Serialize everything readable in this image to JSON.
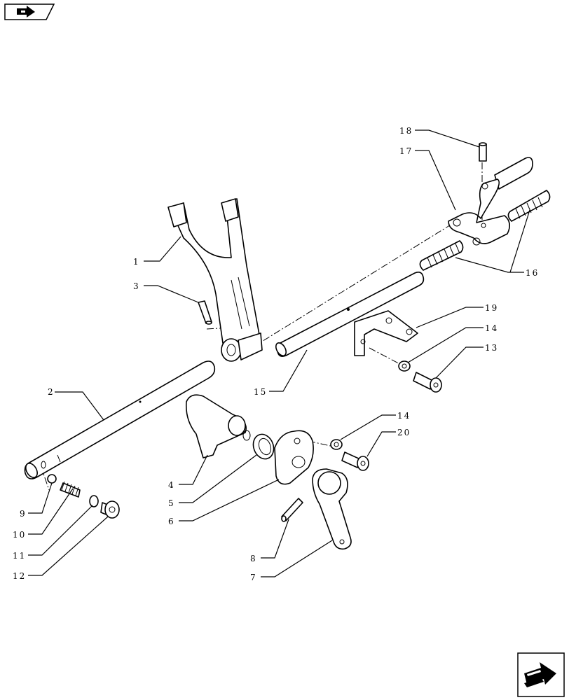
{
  "navigation": {
    "back_icon": "back-arrow-icon",
    "next_icon": "next-arrow-icon"
  },
  "callouts": [
    {
      "id": "c1",
      "label": "1"
    },
    {
      "id": "c2",
      "label": "2"
    },
    {
      "id": "c3",
      "label": "3"
    },
    {
      "id": "c4",
      "label": "4"
    },
    {
      "id": "c5",
      "label": "5"
    },
    {
      "id": "c6",
      "label": "6"
    },
    {
      "id": "c7",
      "label": "7"
    },
    {
      "id": "c8",
      "label": "8"
    },
    {
      "id": "c9",
      "label": "9"
    },
    {
      "id": "c10",
      "label": "10"
    },
    {
      "id": "c11",
      "label": "11"
    },
    {
      "id": "c12",
      "label": "12"
    },
    {
      "id": "c13",
      "label": "13"
    },
    {
      "id": "c14a",
      "label": "14"
    },
    {
      "id": "c14b",
      "label": "14"
    },
    {
      "id": "c15",
      "label": "15"
    },
    {
      "id": "c16",
      "label": "16"
    },
    {
      "id": "c17",
      "label": "17"
    },
    {
      "id": "c18",
      "label": "18"
    },
    {
      "id": "c19",
      "label": "19"
    },
    {
      "id": "c20",
      "label": "20"
    }
  ]
}
